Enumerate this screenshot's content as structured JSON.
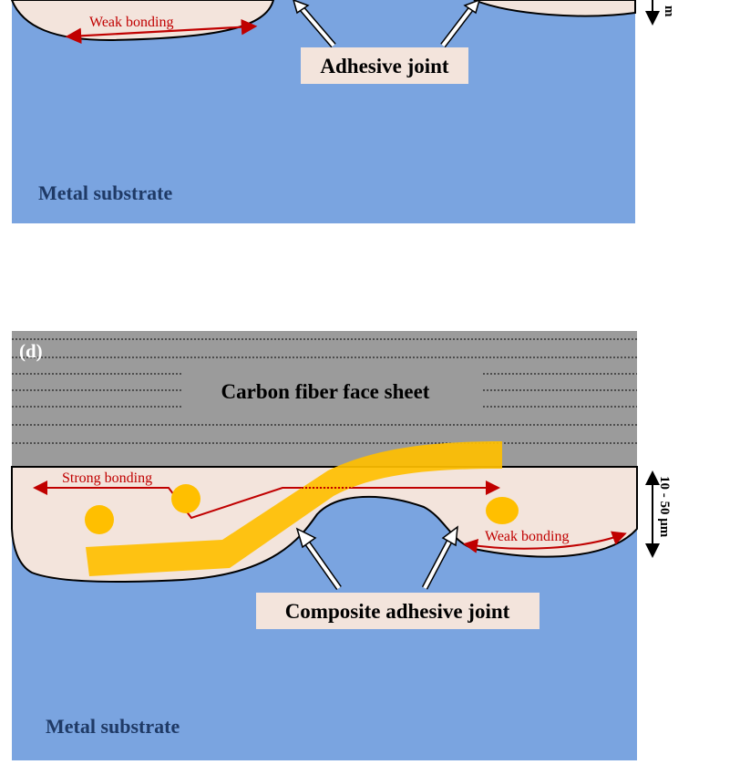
{
  "top_panel": {
    "weak_bonding": "Weak bonding",
    "adhesive_joint": "Adhesive joint",
    "metal_substrate": "Metal substrate",
    "thickness_fragment": "m"
  },
  "bottom_panel": {
    "panel_label": "(d)",
    "face_sheet": "Carbon fiber face sheet",
    "strong_bonding": "Strong bonding",
    "weak_bonding": "Weak bonding",
    "composite_joint": "Composite adhesive joint",
    "metal_substrate": "Metal substrate",
    "thickness": "10 - 50 μm"
  },
  "colors": {
    "substrate": "#7aa4e0",
    "adhesive": "#f3e4dc",
    "fiber_sheet": "#9b9b9b",
    "fiber": "#ffbf00",
    "arrow_red": "#c00000",
    "label_blue": "#1f3a66"
  }
}
